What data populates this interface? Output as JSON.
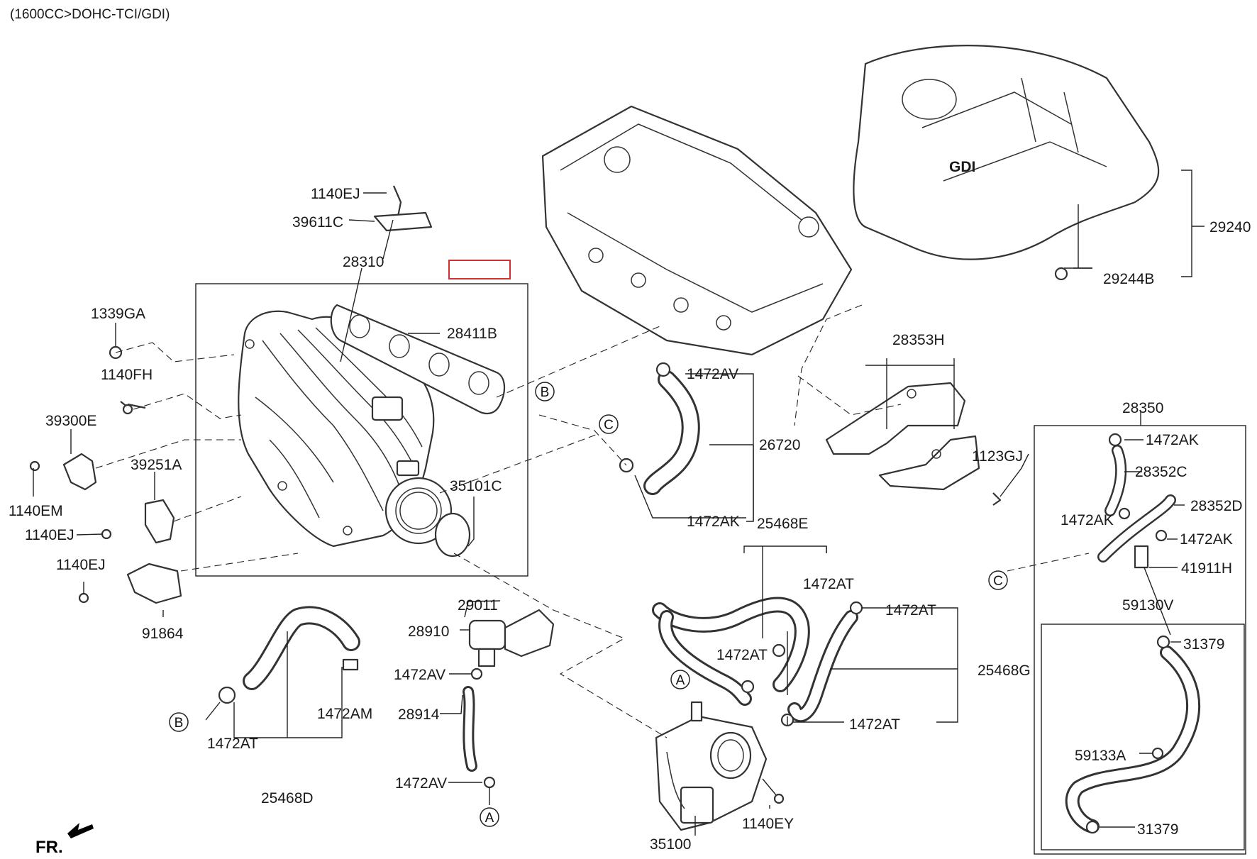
{
  "header": {
    "text": "(1600CC>DOHC-TCI/GDI)"
  },
  "labels": {
    "p1140EJ_top": "1140EJ",
    "p39611C": "39611C",
    "p28310": "28310",
    "p1339GA": "1339GA",
    "p28411B": "28411B",
    "p1140FH": "1140FH",
    "p39300E": "39300E",
    "p39251A": "39251A",
    "p1140EM": "1140EM",
    "p1140EJ_mid": "1140EJ",
    "p1140EJ_low": "1140EJ",
    "p91864": "91864",
    "p35101C": "35101C",
    "p1472AV_hose": "1472AV",
    "p26720": "26720",
    "p1472AK_hose": "1472AK",
    "p28353H": "28353H",
    "p1123GJ": "1123GJ",
    "p29240": "29240",
    "p29244B": "29244B",
    "p28350": "28350",
    "p1472AK_a": "1472AK",
    "p28352C": "28352C",
    "p28352D": "28352D",
    "p1472AK_b": "1472AK",
    "p1472AK_c": "1472AK",
    "p41911H": "41911H",
    "p59130V": "59130V",
    "p31379_a": "31379",
    "p59133A": "59133A",
    "p31379_b": "31379",
    "p25468E": "25468E",
    "p1472AT_a": "1472AT",
    "p1472AT_b": "1472AT",
    "p1472AT_c": "1472AT",
    "p25468G": "25468G",
    "p1472AT_d": "1472AT",
    "p29011": "29011",
    "p28910": "28910",
    "p1472AV_a": "1472AV",
    "p28914": "28914",
    "p1472AV_b": "1472AV",
    "p1472AM": "1472AM",
    "p1472AT_e": "1472AT",
    "p25468D": "25468D",
    "p1140EY": "1140EY",
    "p35100": "35100",
    "fr": "FR."
  },
  "callouts": {
    "A": "A",
    "B": "B",
    "C": "C"
  },
  "cover_logo": "GDI"
}
